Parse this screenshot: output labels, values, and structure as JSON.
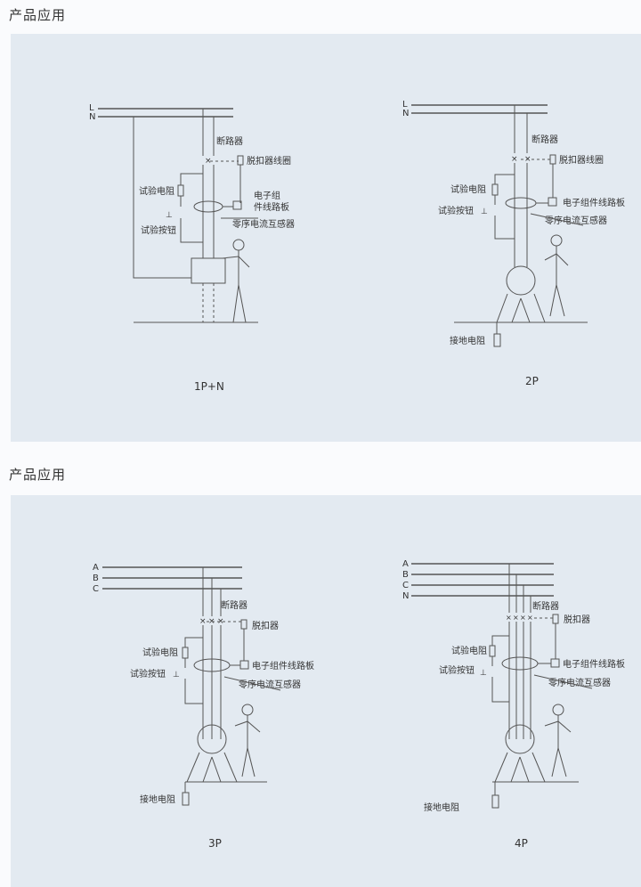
{
  "sections": [
    {
      "title": "产品应用"
    },
    {
      "title": "产品应用"
    }
  ],
  "diagrams": {
    "d1": {
      "caption": "1P+N",
      "lines": [
        "L",
        "N"
      ],
      "labels": {
        "breaker": "断路器",
        "trip_coil": "脱扣器线圈",
        "board_1": "电子组",
        "board_2": "件线路板",
        "test_resistor": "试验电阻",
        "test_button": "试验按钮",
        "ct": "零序电流互感器"
      }
    },
    "d2": {
      "caption": "2P",
      "lines": [
        "L",
        "N"
      ],
      "labels": {
        "breaker": "断路器",
        "trip_coil": "脱扣器线圈",
        "board": "电子组件线路板",
        "test_resistor": "试验电阻",
        "test_button": "试验按钮",
        "ct": "零序电流互感器",
        "ground": "接地电阻"
      }
    },
    "d3": {
      "caption": "3P",
      "lines": [
        "A",
        "B",
        "C"
      ],
      "labels": {
        "breaker": "断路器",
        "trip": "脱扣器",
        "board": "电子组件线路板",
        "test_resistor": "试验电阻",
        "test_button": "试验按钮",
        "ct": "零序电流互感器",
        "ground": "接地电阻"
      }
    },
    "d4": {
      "caption": "4P",
      "lines": [
        "A",
        "B",
        "C",
        "N"
      ],
      "labels": {
        "breaker": "断路器",
        "trip": "脱扣器",
        "board": "电子组件线路板",
        "test_resistor": "试验电阻",
        "test_button": "试验按钮",
        "ct": "零序电流互感器",
        "ground": "接地电阻"
      }
    }
  }
}
